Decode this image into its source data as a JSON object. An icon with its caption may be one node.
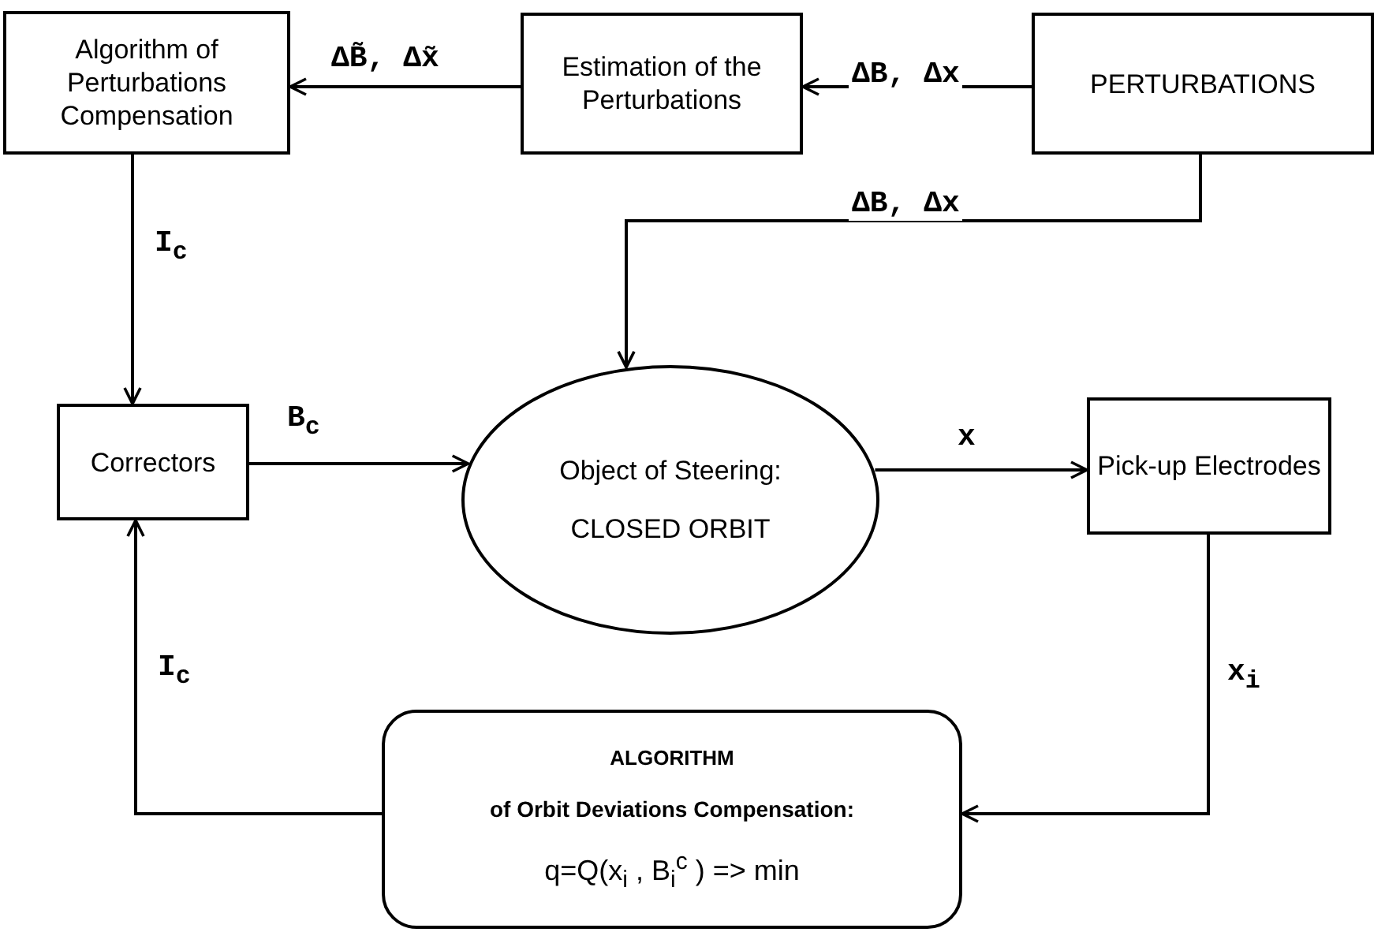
{
  "diagram": {
    "nodes": [
      {
        "text": [
          "Algorithm of Perturbations Compensation"
        ]
      },
      {
        "text": [
          "Estimation of the Perturbations"
        ]
      },
      {
        "text": [
          "PERTURBATIONS"
        ]
      },
      {
        "text": [
          "Correctors"
        ]
      },
      {
        "text": [
          "Object of Steering:",
          "CLOSED ORBIT"
        ]
      },
      {
        "text": [
          "Pick-up Electrodes"
        ]
      },
      {
        "text": [
          "ALGORITHM",
          "of Orbit Deviations Compensation:",
          "q=Q(x$_{i}$ , B$_{i}$$^{c}$ ) => min"
        ]
      }
    ],
    "edges": [
      {
        "from": 2,
        "to": 1,
        "arrow": "to",
        "label": "ΔB, Δx"
      },
      {
        "from": 1,
        "to": 0,
        "arrow": "to",
        "label": "ΔB̃, Δx̃"
      },
      {
        "from": 2,
        "to": 4,
        "arrow": "to",
        "label": "ΔB, Δx"
      },
      {
        "from": 0,
        "to": 3,
        "arrow": "to",
        "label": "I$_{c}$"
      },
      {
        "from": 3,
        "to": 4,
        "arrow": "to",
        "label": "B$_{c}$"
      },
      {
        "from": 4,
        "to": 5,
        "arrow": "to",
        "label": "x"
      },
      {
        "from": 5,
        "to": 6,
        "arrow": "to",
        "label": "x$_{i}$"
      },
      {
        "from": 6,
        "to": 3,
        "arrow": "to",
        "label": "I$_{c}$"
      }
    ]
  }
}
